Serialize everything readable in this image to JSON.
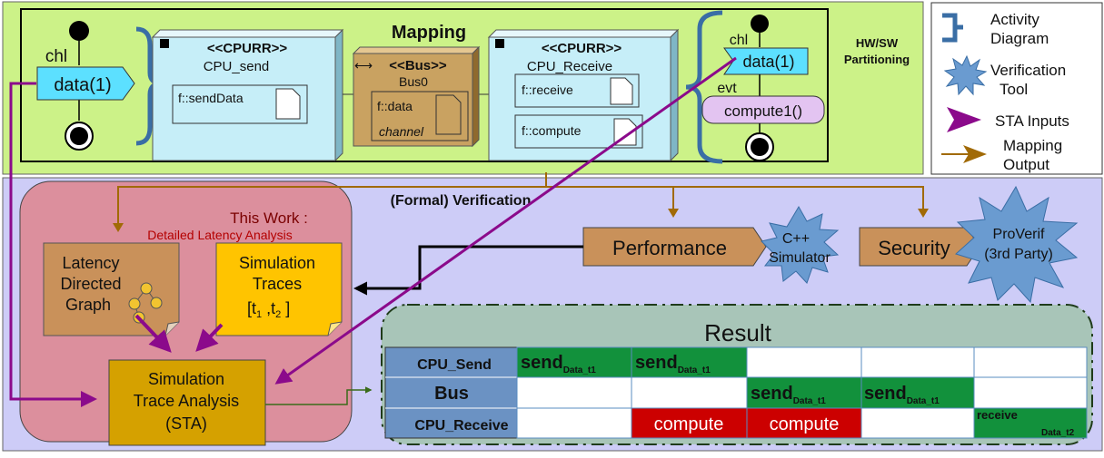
{
  "hwsw": {
    "title": "Mapping",
    "partition_label_1": "HW/SW",
    "partition_label_2": "Partitioning",
    "left_activity": {
      "chl": "chl",
      "data": "data(1)"
    },
    "cpu_send": {
      "stereotype": "<<CPURR>>",
      "name": "CPU_send",
      "task": "f::sendData"
    },
    "bus": {
      "stereotype": "<<Bus>>",
      "name": "Bus0",
      "task": "f::data",
      "task2": "channel"
    },
    "cpu_receive": {
      "stereotype": "<<CPURR>>",
      "name": "CPU_Receive",
      "task1": "f::receive",
      "task2": "f::compute"
    },
    "right_activity": {
      "chl": "chl",
      "data": "data(1)",
      "evt": "evt",
      "compute": "compute1()"
    }
  },
  "legend": {
    "activity_1": "Activity",
    "activity_2": "Diagram",
    "verif_1": "Verification",
    "verif_2": "Tool",
    "sta": "STA Inputs",
    "mapping_1": "Mapping",
    "mapping_2": "Output"
  },
  "verification": {
    "title": "(Formal) Verification",
    "this_work_1": "This Work :",
    "this_work_2": "Detailed Latency Analysis",
    "latency_1": "Latency",
    "latency_2": "Directed",
    "latency_3": "Graph",
    "sim_traces_1": "Simulation",
    "sim_traces_2": "Traces",
    "sim_traces_3": "[t",
    "sim_traces_sub1": "1",
    "sim_traces_sep": " ,t",
    "sim_traces_sub2": "2",
    "sim_traces_close": " ]",
    "sta_1": "Simulation",
    "sta_2": "Trace Analysis",
    "sta_3": "(STA)",
    "performance": "Performance",
    "security": "Security",
    "cpp_1": "C++",
    "cpp_2": "Simulator",
    "proverif_1": "ProVerif",
    "proverif_2": "(3rd Party)"
  },
  "result": {
    "title": "Result",
    "rows": [
      "CPU_Send",
      "Bus",
      "CPU_Receive"
    ],
    "send_main": "send",
    "send_sub": "Data_t1",
    "compute": "compute",
    "receive_main": "receive",
    "receive_sub": "Data_t2"
  }
}
